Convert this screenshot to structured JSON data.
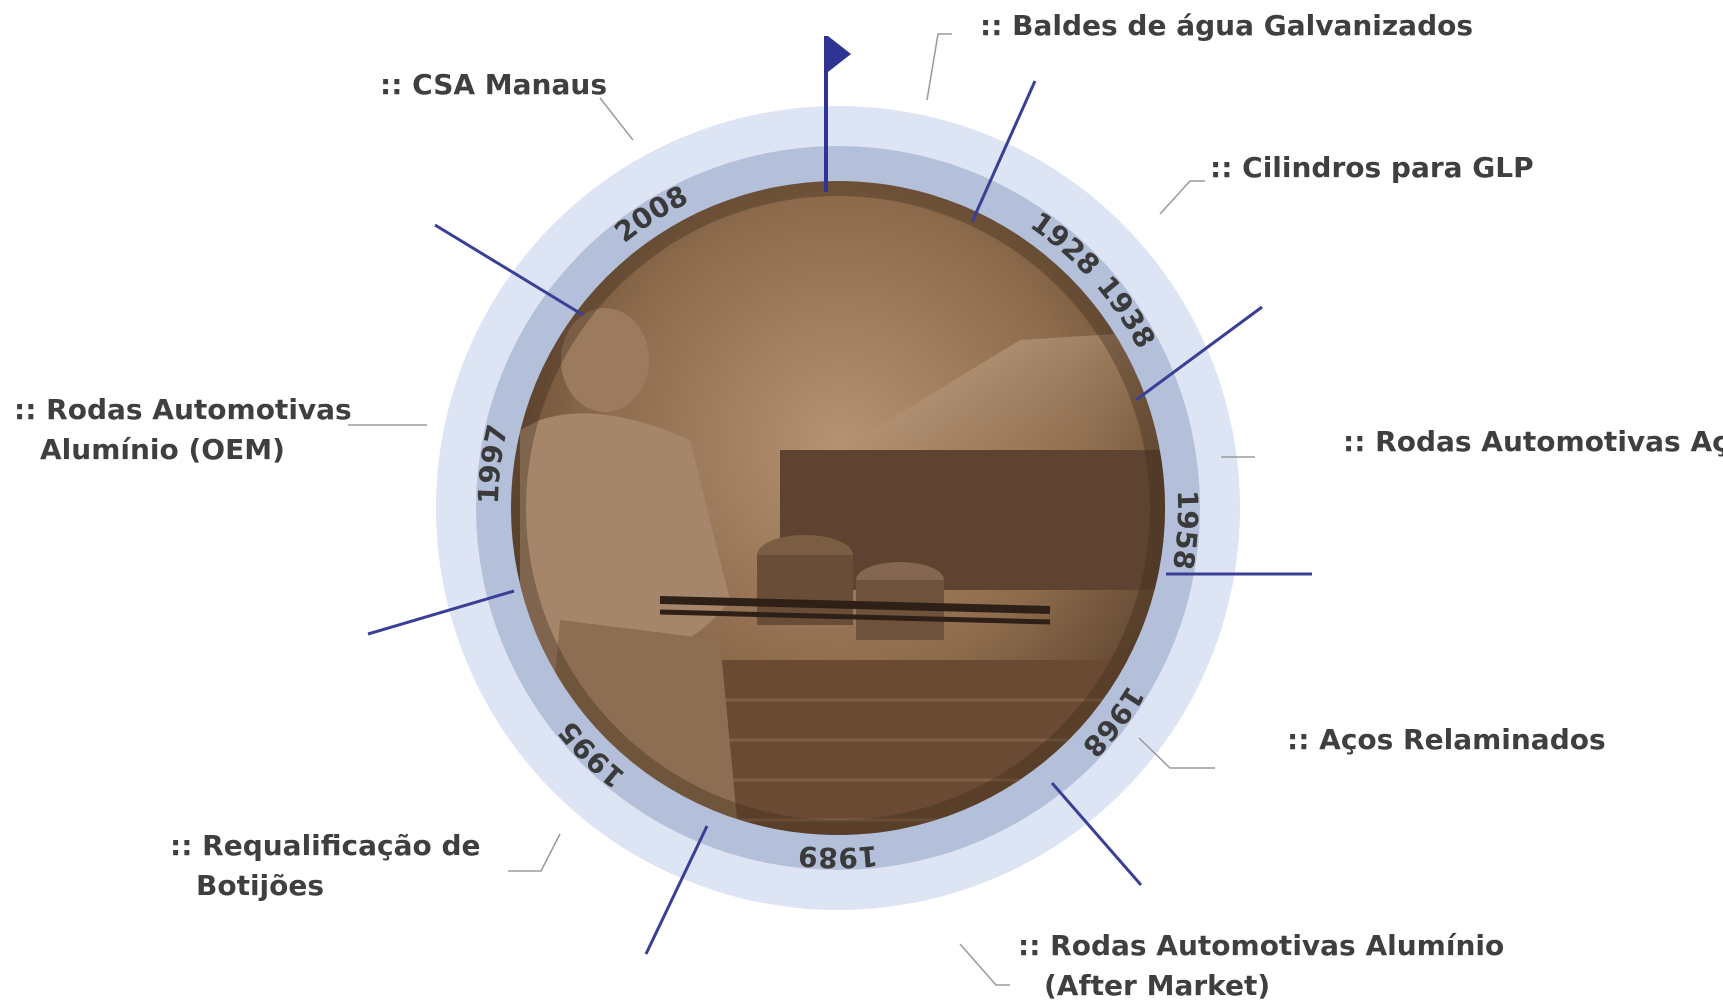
{
  "colors": {
    "outer_ring": "#dde4f4",
    "inner_ring": "#b4bfd9",
    "divider": "#3a3f96",
    "flag": "#2f3494",
    "leader": "#9a9a9a",
    "text": "#3f3f3f",
    "photo_sepia": "#7a5a3c"
  },
  "timeline": [
    {
      "year": "1928",
      "label": ":: Baldes de água Galvanizados"
    },
    {
      "year": "1938",
      "label": ":: Cilindros para GLP"
    },
    {
      "year": "1958",
      "label": ":: Rodas Automotivas Aço"
    },
    {
      "year": "1968",
      "label": ":: Aços Relaminados"
    },
    {
      "year": "1989",
      "label_lines": [
        ":: Rodas Automotivas Alumínio",
        "(After Market)"
      ]
    },
    {
      "year": "1995",
      "label_lines": [
        ":: Requalificação de",
        "Botijões"
      ]
    },
    {
      "year": "1997",
      "label_lines": [
        ":: Rodas Automotivas",
        "Alumínio (OEM)"
      ]
    },
    {
      "year": "2008",
      "label": ":: CSA Manaus"
    }
  ]
}
